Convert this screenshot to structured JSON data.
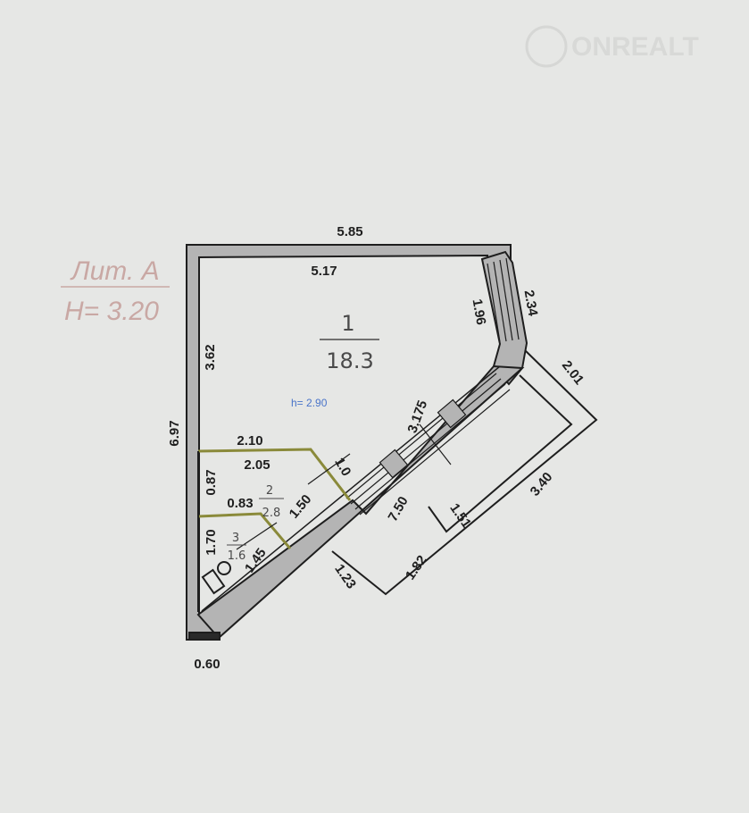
{
  "watermark": {
    "brand": "ONREALT"
  },
  "liter_label": {
    "top": "Лит. А",
    "bottom": "H= 3.20"
  },
  "rooms": [
    {
      "number": "1",
      "area": "18.3",
      "height_label": "h= 2.90"
    },
    {
      "number": "2",
      "area": "2.8"
    },
    {
      "number": "3",
      "area": "1.6"
    }
  ],
  "dimensions": {
    "top_outer": "5.85",
    "top_inner": "5.17",
    "left_outer": "6.97",
    "left_inner": "3.62",
    "right_inner": "1.96",
    "right_outer": "2.34",
    "balcony_side": "2.01",
    "balcony_long": "3.40",
    "stair_width": "3.175",
    "diag_short": "7.50",
    "balcony_inner": "1.51",
    "balcony_bottom": "1.82",
    "balcony_end": "1.23",
    "partition_outer": "2.10",
    "partition_inner": "2.05",
    "partition_height": "0.87",
    "room2_width": "0.83",
    "room2_diag": "1.50",
    "room2_door": "1.0",
    "room3_height": "1.70",
    "room3_diag": "1.45",
    "bottom_wall": "0.60"
  },
  "colors": {
    "paper": "#e6e7e5",
    "wall": "#b4b4b4",
    "line": "#1e1e1e",
    "partition": "#8a8a3a",
    "liter": "#c9a8a4",
    "height": "#4a74c9"
  }
}
